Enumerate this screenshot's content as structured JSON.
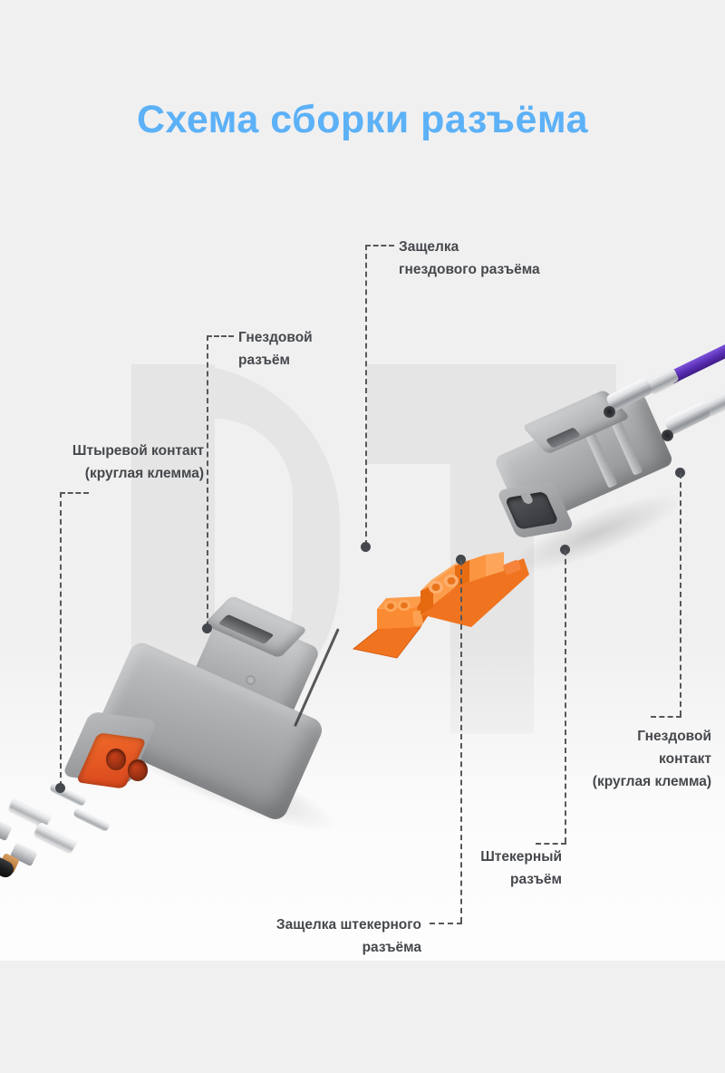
{
  "page": {
    "title": "Схема сборки разъёма",
    "background_color": "#f0f0f0",
    "title_color": "#5cb1f7",
    "watermark_text": "DT",
    "watermark_color": "#e5e5e5",
    "label_color": "#45484c",
    "leader_color": "#55585c",
    "accent_orange": "#f06a2a",
    "body_gray": "#a9abad"
  },
  "labels": [
    {
      "id": "female-latch",
      "text": "Защелка\nгнездового разъёма",
      "align": "left",
      "leader": "elbow-left-down"
    },
    {
      "id": "female-connector",
      "text": "Гнездовой\nразъём",
      "align": "left",
      "leader": "elbow-left-down"
    },
    {
      "id": "pin-contact",
      "text": "Штыревой контакт\n(круглая клемма)",
      "align": "right",
      "leader": "elbow-right-down"
    },
    {
      "id": "socket-contact",
      "text": "Гнездовой\nконтакт\n(круглая клемма)",
      "align": "right",
      "leader": "elbow-up-right"
    },
    {
      "id": "male-connector",
      "text": "Штекерный\nразъём",
      "align": "right",
      "leader": "elbow-up-right"
    },
    {
      "id": "male-latch",
      "text": "Защелка штекерного\nразъёма",
      "align": "right",
      "leader": "elbow-right-up"
    }
  ],
  "parts": [
    {
      "id": "female-connector-body",
      "name": "Гнездовой разъём",
      "color": "#a9abad"
    },
    {
      "id": "male-connector-body",
      "name": "Штекерный разъём",
      "color": "#a9abad"
    },
    {
      "id": "wedge-lock-small",
      "name": "Защелка штекерного разъёма",
      "color": "#f37021"
    },
    {
      "id": "wedge-lock-large",
      "name": "Защелка гнездового разъёма",
      "color": "#f37021"
    },
    {
      "id": "pin-terminals",
      "name": "Штыревой контакт (круглая клемма)",
      "color": "#d9dbdd"
    },
    {
      "id": "socket-terminals",
      "name": "Гнездовой контакт (круглая клемма)",
      "color": "#d9dbdd"
    },
    {
      "id": "purple-wires",
      "name": "Провода",
      "color": "#5b2fb5"
    },
    {
      "id": "black-wire",
      "name": "Провод",
      "color": "#1a1b1d"
    }
  ]
}
